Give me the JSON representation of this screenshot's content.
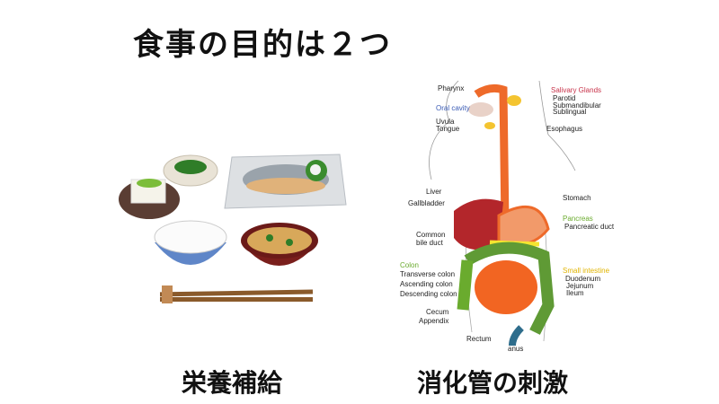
{
  "title": "食事の目的は２つ",
  "left_caption": "栄養補給",
  "right_caption": "消化管の刺激",
  "diagram_labels": {
    "pharynx": "Pharynx",
    "salivary_glands": "Salivary Glands",
    "parotid": "Parotid",
    "submandibular": "Submandibular",
    "sublingual": "Sublingual",
    "oral_cavity": "Oral cavity",
    "uvula": "Uvula",
    "tongue": "Tongue",
    "esophagus": "Esophagus",
    "liver": "Liver",
    "gallbladder": "Gallbladder",
    "stomach": "Stomach",
    "pancreas": "Pancreas",
    "pancreatic_duct": "Pancreatic duct",
    "common": "Common",
    "bile_duct": "bile duct",
    "colon": "Colon",
    "transverse_colon": "Transverse colon",
    "ascending_colon": "Ascending colon",
    "descending_colon": "Descending colon",
    "small_intestine": "Small intestine",
    "duodenum": "Duodenum",
    "jejunum": "Jejunum",
    "ileum": "Ileum",
    "cecum": "Cecum",
    "appendix": "Appendix",
    "rectum": "Rectum",
    "anus": "anus"
  },
  "colors": {
    "salivary": "#c8334a",
    "oral": "#3a5bb5",
    "pancreas": "#6aab2e",
    "small_intestine": "#e0b400"
  }
}
